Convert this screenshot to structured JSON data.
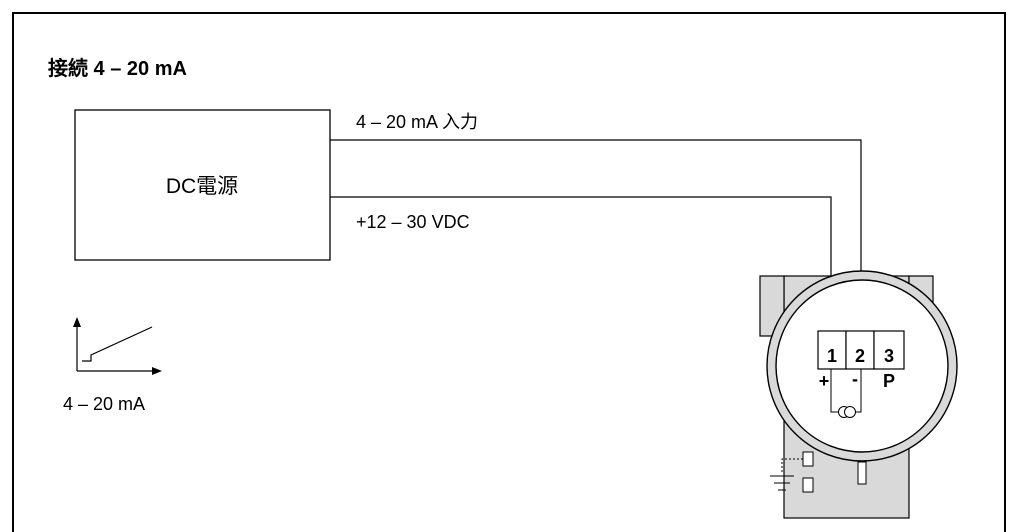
{
  "diagram": {
    "title": "接続  4 – 20 mA",
    "power_supply_label": "DC電源",
    "wire_signal_label": "4 – 20 mA  入力",
    "wire_supply_label": "+12 – 30 VDC",
    "graph_label": "4 – 20 mA",
    "terminals": [
      {
        "number": "1",
        "polarity": "+"
      },
      {
        "number": "2",
        "polarity": "-"
      },
      {
        "number": "3",
        "polarity": "P"
      }
    ],
    "icons": [
      "current-source-icon",
      "ground-icon",
      "signal-graph-icon"
    ]
  }
}
